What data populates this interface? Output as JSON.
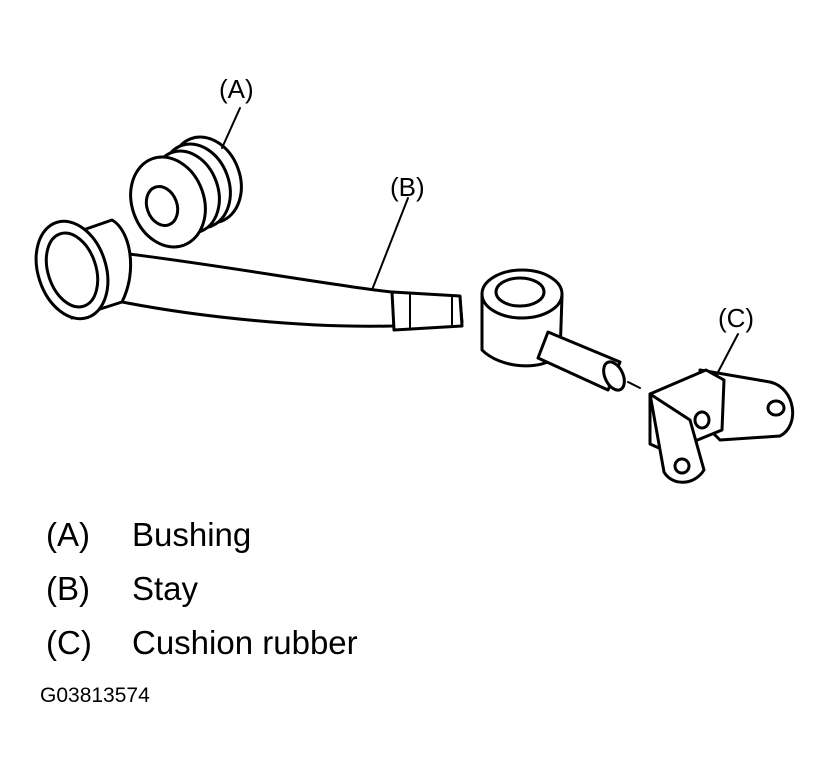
{
  "callouts": {
    "a": "(A)",
    "b": "(B)",
    "c": "(C)"
  },
  "legend": [
    {
      "key": "(A)",
      "label": "Bushing"
    },
    {
      "key": "(B)",
      "label": "Stay"
    },
    {
      "key": "(C)",
      "label": "Cushion rubber"
    }
  ],
  "figure_id": "G03813574"
}
